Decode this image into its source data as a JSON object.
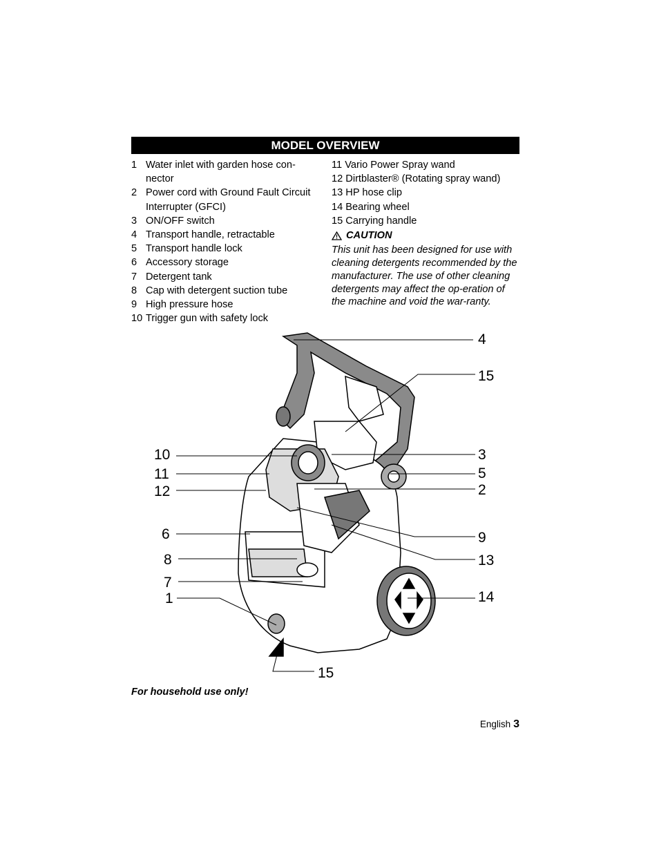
{
  "section_title": "MODEL OVERVIEW",
  "parts_left": [
    {
      "num": "1",
      "text": "Water inlet with garden hose con-nector"
    },
    {
      "num": "2",
      "text": "Power cord with Ground Fault Circuit Interrupter (GFCI)"
    },
    {
      "num": "3",
      "text": "ON/OFF switch"
    },
    {
      "num": "4",
      "text": "Transport handle, retractable"
    },
    {
      "num": "5",
      "text": "Transport handle lock"
    },
    {
      "num": "6",
      "text": "Accessory storage"
    },
    {
      "num": "7",
      "text": "Detergent tank"
    },
    {
      "num": "8",
      "text": "Cap with detergent suction tube"
    },
    {
      "num": "9",
      "text": "High pressure hose"
    },
    {
      "num": "10",
      "text": "Trigger gun with safety lock"
    }
  ],
  "parts_right": [
    "11 Vario Power Spray wand",
    "12 Dirtblaster® (Rotating spray wand)",
    "13 HP hose clip",
    "14 Bearing wheel",
    "15 Carrying handle"
  ],
  "caution": {
    "label": "CAUTION",
    "text": "This unit has been designed for use with cleaning detergents recommended by the manufacturer. The use of other cleaning detergents may affect the op-eration of the machine and void the war-ranty."
  },
  "figure_callouts": {
    "c4": "4",
    "c15_top": "15",
    "c10": "10",
    "c3": "3",
    "c11": "11",
    "c5": "5",
    "c12": "12",
    "c2": "2",
    "c6": "6",
    "c9": "9",
    "c8": "8",
    "c13": "13",
    "c7": "7",
    "c14": "14",
    "c1": "1",
    "c15_bottom": "15"
  },
  "footnote": "For household use only!",
  "footer": {
    "language": "English",
    "page_number": "3"
  }
}
